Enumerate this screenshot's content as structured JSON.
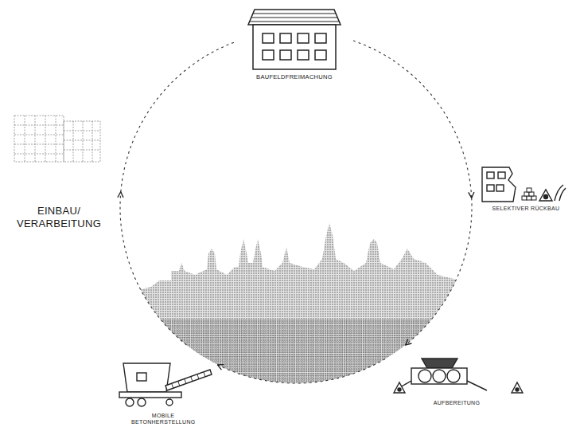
{
  "diagram": {
    "nodes": [
      {
        "text": [
          "BAUFELDFREIMACHUNG"
        ]
      },
      {
        "text": [
          "SELEKTIVER RÜCKBAU"
        ]
      },
      {
        "text": [
          "AUFBEREITUNG"
        ]
      },
      {
        "text": [
          "MOBILE BETONHERSTELLUNG"
        ]
      },
      {
        "text": [
          "EINBAU/ VERARBEITUNG"
        ]
      }
    ],
    "edges": [
      {
        "from": 0,
        "to": 1,
        "arrow": "to"
      },
      {
        "from": 1,
        "to": 2,
        "arrow": "to"
      },
      {
        "from": 2,
        "to": 3,
        "arrow": "to"
      },
      {
        "from": 3,
        "to": 4,
        "arrow": "to"
      },
      {
        "from": 4,
        "to": 0,
        "arrow": "none"
      }
    ]
  }
}
